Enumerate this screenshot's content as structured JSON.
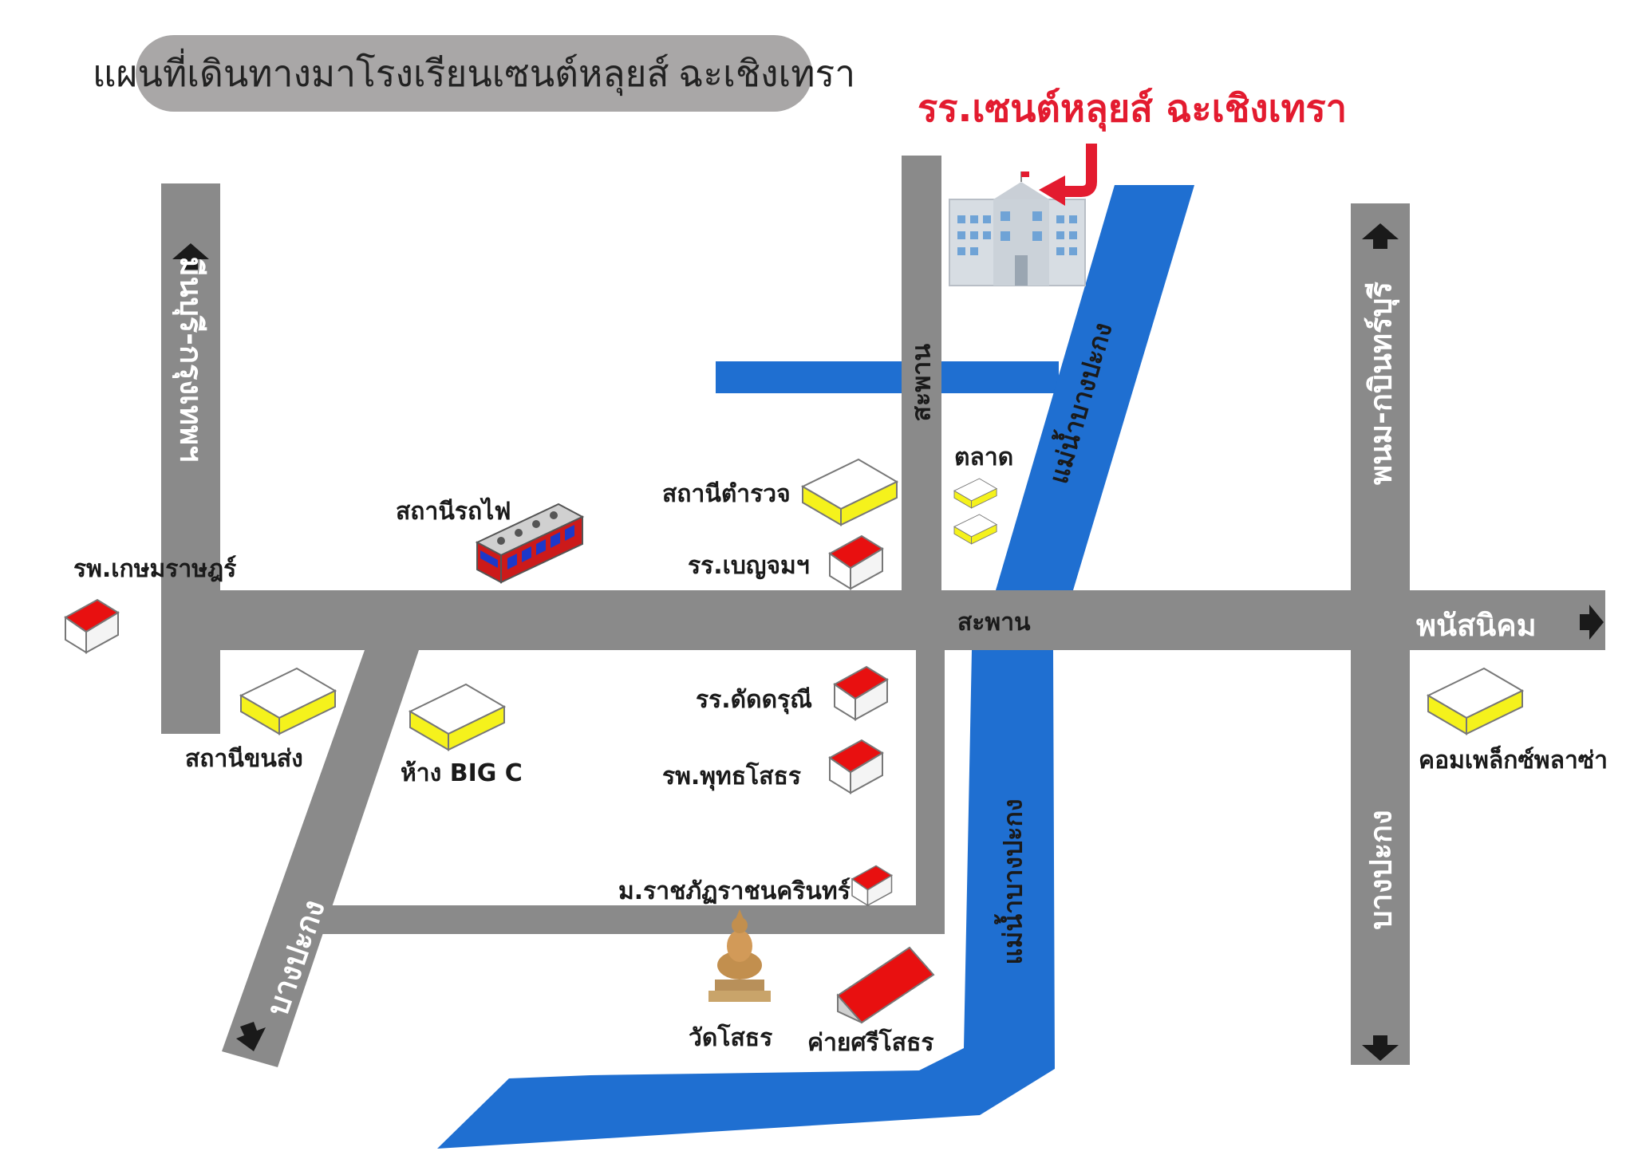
{
  "title": "แผนที่เดินทางมาโรงเรียนเซนต์หลุยส์ ฉะเชิงเทรา",
  "school_name": "รร.เซนต์หลุยส์ ฉะเชิงเทรา",
  "roads": {
    "minburi_bangkok": "มีนบุรี-กรุงเทพฯ",
    "bangpakong_left": "บางปะกง",
    "phanom_kabinburi": "พนม-กบินทร์บุรี",
    "bangpakong_right": "บางปะกง",
    "phanatnikhom": "พนัสนิคม",
    "bridge_vertical": "สะพาน",
    "bridge_main": "สะพาน"
  },
  "rivers": {
    "upper": "แม่น้ำบางปะกง",
    "lower": "แม่น้ำบางปะกง"
  },
  "places": {
    "kasemrad": "รพ.เกษมราษฎร์",
    "train_station": "สถานีรถไฟ",
    "police_station": "สถานีตำรวจ",
    "benjama_school": "รร.เบญจมฯ",
    "market": "ตลาด",
    "bus_station": "สถานีขนส่ง",
    "big_c": "ห้าง BIG C",
    "datdarun_school": "รร.ดัดดรุณี",
    "phutthasothon_hospital": "รพ.พุทธโสธร",
    "rajabhat": "ม.ราชภัฏราชนครินทร์",
    "wat_sothon": "วัดโสธร",
    "sri_sothon_camp": "ค่ายศรีโสธร",
    "complex_plaza": "คอมเพล็กซ์พลาซ่า"
  },
  "colors": {
    "road": "#8a8a8a",
    "river": "#1f6fd1",
    "school_red": "#e31b2f",
    "building_yellow": "#ffff00",
    "roof_red": "#ff0000"
  },
  "icons": [
    "up-arrow-icon",
    "down-arrow-icon",
    "right-arrow-icon",
    "school-building-icon",
    "red-pointer-arrow-icon",
    "house-icon",
    "train-icon",
    "buddha-statue-icon"
  ]
}
